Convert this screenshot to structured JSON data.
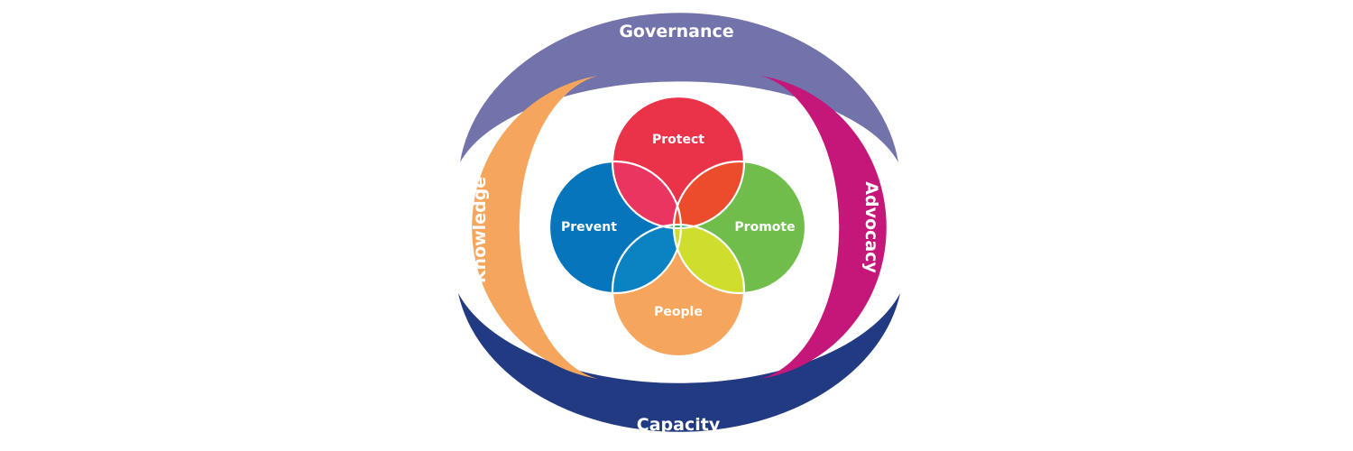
{
  "outer": {
    "governance": {
      "label": "Governance",
      "color": "#7373ab"
    },
    "capacity": {
      "label": "Capacity",
      "color": "#223a82"
    },
    "knowledge": {
      "label": "Knowledge",
      "color": "#f6a55c"
    },
    "advocacy": {
      "label": "Advocacy",
      "color": "#c5177a"
    }
  },
  "petals": {
    "protect": {
      "label": "Protect",
      "color": "#ea3349"
    },
    "prevent": {
      "label": "Prevent",
      "color": "#0675bb"
    },
    "promote": {
      "label": "Promote",
      "color": "#70bd4c"
    },
    "people": {
      "label": "People",
      "color": "#f6a55c"
    }
  },
  "overlaps": {
    "protect_prevent": "#ea3560",
    "protect_promote": "#ec4c2b",
    "prevent_people": "#0b83c2",
    "promote_people": "#cfde2d",
    "center": "#16a04a"
  }
}
